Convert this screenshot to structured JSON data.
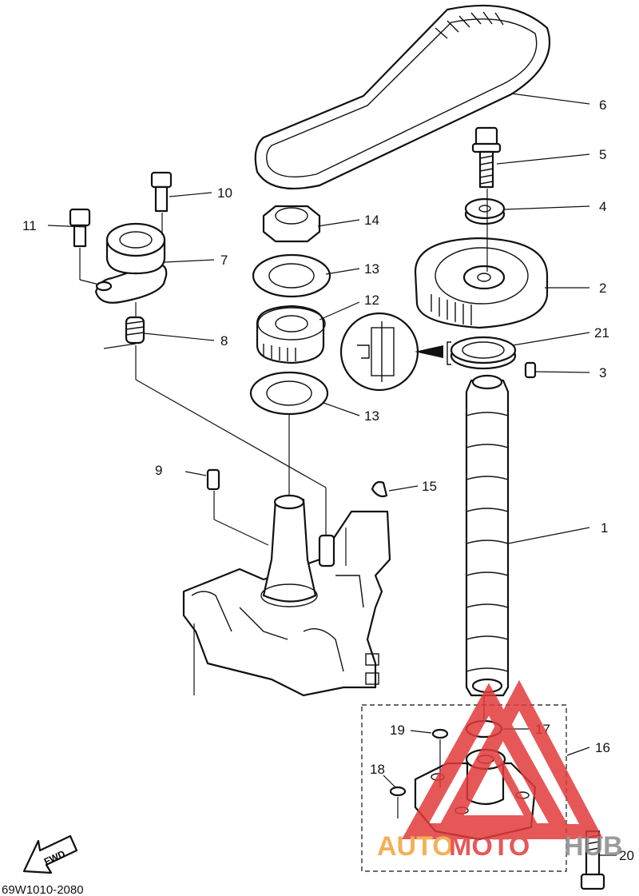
{
  "diagram": {
    "code": "69W1010-2080",
    "fwd_label": "FWD",
    "callouts": {
      "c1": "1",
      "c2": "2",
      "c3": "3",
      "c4": "4",
      "c5": "5",
      "c6": "6",
      "c7": "7",
      "c8": "8",
      "c9": "9",
      "c10": "10",
      "c11": "11",
      "c12": "12",
      "c13a": "13",
      "c13b": "13",
      "c14": "14",
      "c15": "15",
      "c16": "16",
      "c17": "17",
      "c18": "18",
      "c19": "19",
      "c20": "20",
      "c21": "21"
    }
  },
  "watermark": {
    "brand_part1": "AUTO",
    "brand_part2": "MOTO",
    "brand_part3": "HUB",
    "colors": {
      "red": "#e23b3b",
      "orange": "#f2a33a",
      "gray": "#8a8a8a"
    }
  }
}
